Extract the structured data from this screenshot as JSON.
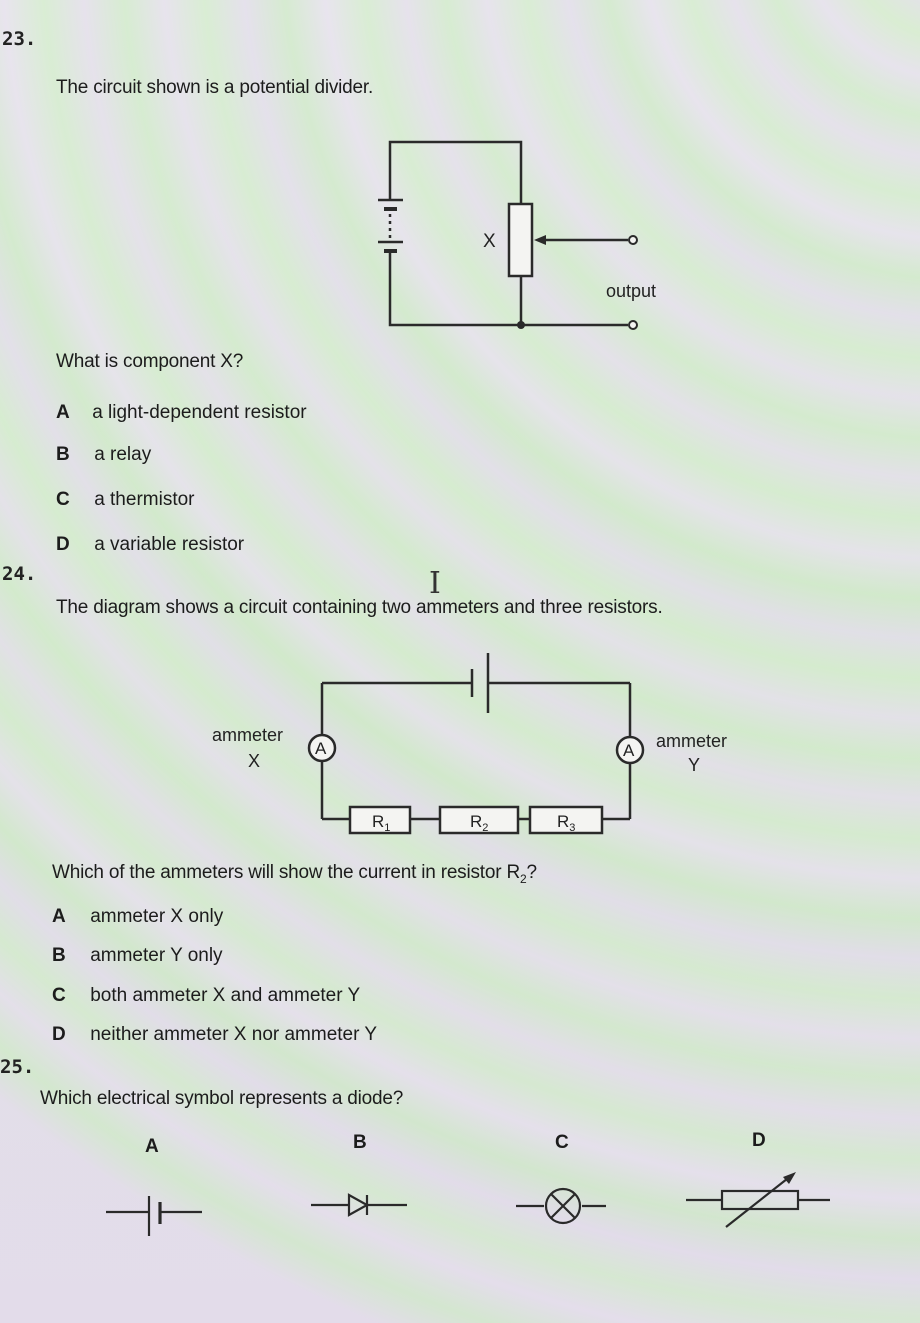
{
  "q23": {
    "number": "23.",
    "stem": "The circuit shown is a potential divider.",
    "diagram_labels": {
      "component": "X",
      "output": "output"
    },
    "question": "What is component X?",
    "options": [
      {
        "letter": "A",
        "text": "a light-dependent resistor"
      },
      {
        "letter": "B",
        "text": "a relay"
      },
      {
        "letter": "C",
        "text": "a thermistor"
      },
      {
        "letter": "D",
        "text": "a variable resistor"
      }
    ]
  },
  "q24": {
    "number": "24.",
    "stem": "The diagram shows a circuit containing two ammeters and three resistors.",
    "diagram_labels": {
      "ammeter_x_line1": "ammeter",
      "ammeter_x_line2": "X",
      "ammeter_y_line1": "ammeter",
      "ammeter_y_line2": "Y",
      "meter_symbol": "A",
      "r1": "R",
      "r1_sub": "1",
      "r2": "R",
      "r2_sub": "2",
      "r3": "R",
      "r3_sub": "3"
    },
    "question_main": "Which of the ammeters will show the current in resistor R",
    "question_sub": "2",
    "question_end": "?",
    "options": [
      {
        "letter": "A",
        "text": "ammeter X only"
      },
      {
        "letter": "B",
        "text": "ammeter Y only"
      },
      {
        "letter": "C",
        "text": "both ammeter X and ammeter Y"
      },
      {
        "letter": "D",
        "text": "neither ammeter X nor ammeter Y"
      }
    ]
  },
  "q25": {
    "number": "25.",
    "question": "Which electrical symbol represents a diode?",
    "symbol_labels": [
      "A",
      "B",
      "C",
      "D"
    ],
    "symbols": [
      "cell-symbol",
      "diode-symbol",
      "lamp-symbol",
      "variable-resistor-symbol"
    ]
  },
  "cursor_glyph": "I"
}
